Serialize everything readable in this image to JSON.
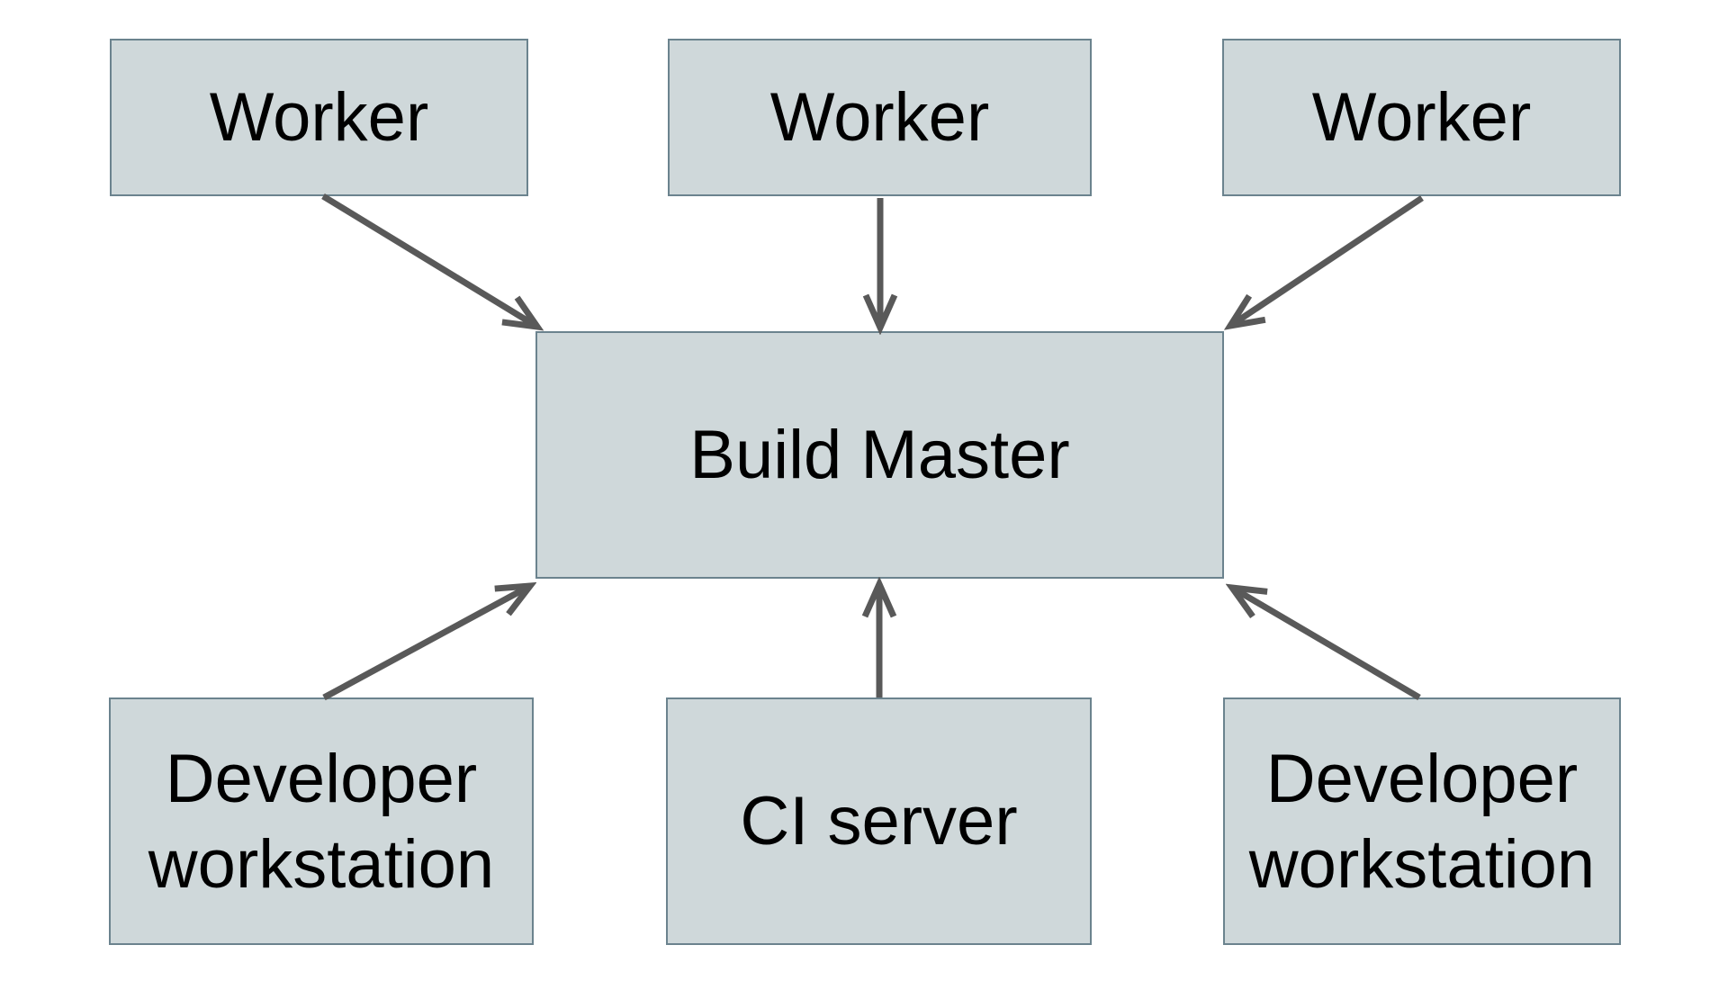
{
  "diagram": {
    "type": "architecture-diagram",
    "description": "Distributed build system: workers, developer workstations and CI server all connect to a central build master",
    "colors": {
      "box_fill": "#cfd8da",
      "box_border": "#6b838e",
      "arrow": "#595959",
      "label_text": "#000000",
      "background": "#ffffff"
    },
    "arrowhead_style": "open-v",
    "nodes": [
      {
        "id": "worker-1",
        "label": "Worker"
      },
      {
        "id": "worker-2",
        "label": "Worker"
      },
      {
        "id": "worker-3",
        "label": "Worker"
      },
      {
        "id": "build-master",
        "label": "Build Master"
      },
      {
        "id": "developer-workstation-left",
        "label": "Developer workstation"
      },
      {
        "id": "ci-server",
        "label": "CI server"
      },
      {
        "id": "developer-workstation-right",
        "label": "Developer workstation"
      }
    ],
    "edges": [
      {
        "from": "worker-1",
        "to": "build-master"
      },
      {
        "from": "worker-2",
        "to": "build-master"
      },
      {
        "from": "worker-3",
        "to": "build-master"
      },
      {
        "from": "developer-workstation-left",
        "to": "build-master"
      },
      {
        "from": "ci-server",
        "to": "build-master"
      },
      {
        "from": "developer-workstation-right",
        "to": "build-master"
      }
    ]
  }
}
